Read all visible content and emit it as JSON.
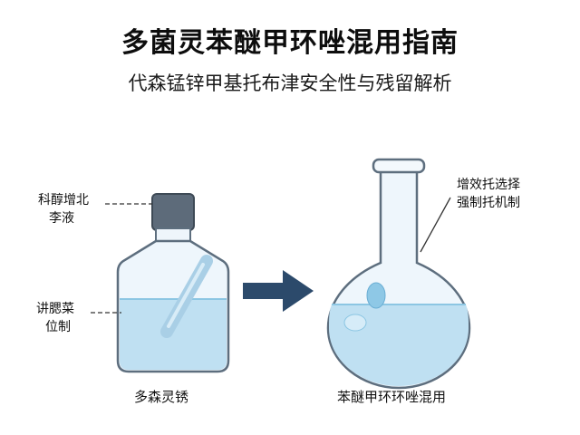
{
  "header": {
    "title": "多菌灵苯醚甲环唑混用指南",
    "subtitle": "代森锰锌甲基托布津安全性与残留解析"
  },
  "left_vessel": {
    "callout_top": [
      "科醇增北",
      "李液"
    ],
    "callout_mid": [
      "讲腮菜",
      "位制"
    ],
    "caption": "多森灵锈"
  },
  "right_vessel": {
    "callout_top": [
      "增效托选择",
      "强制托机制"
    ],
    "caption": "苯醚甲环环唑混用"
  },
  "colors": {
    "liquid": "#bfe0f2",
    "liquid_dark": "#8cc6e3",
    "glass_outline": "#5d6e7e",
    "cap": "#5d6b7a",
    "arrow": "#2c4a6b"
  },
  "icons": {
    "arrow": "right-arrow-icon"
  }
}
